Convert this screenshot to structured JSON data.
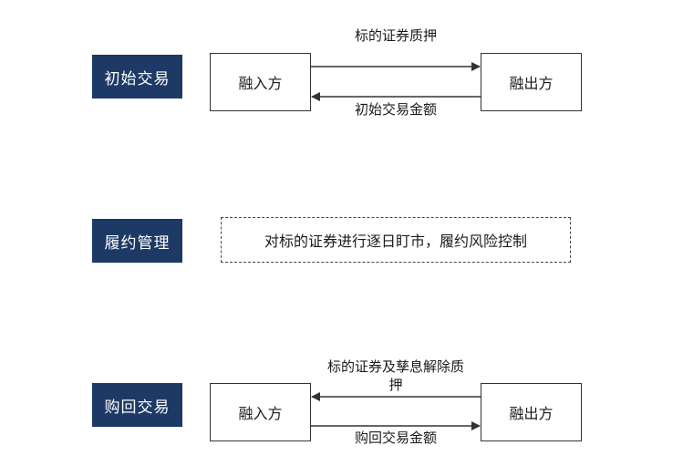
{
  "stages": [
    {
      "label": "初始交易",
      "left_party": "融入方",
      "right_party": "融出方",
      "top_flow": "标的证券质押",
      "bottom_flow": "初始交易金额"
    },
    {
      "label": "履约管理",
      "description": "对标的证券进行逐日盯市，履约风险控制"
    },
    {
      "label": "购回交易",
      "left_party": "融入方",
      "right_party": "融出方",
      "top_flow_line1": "标的证券及孳息解除质",
      "top_flow_line2": "押",
      "bottom_flow": "购回交易金额"
    }
  ],
  "colors": {
    "label_bg": "#1d3a66",
    "label_text": "#ffffff",
    "line": "#333333"
  }
}
